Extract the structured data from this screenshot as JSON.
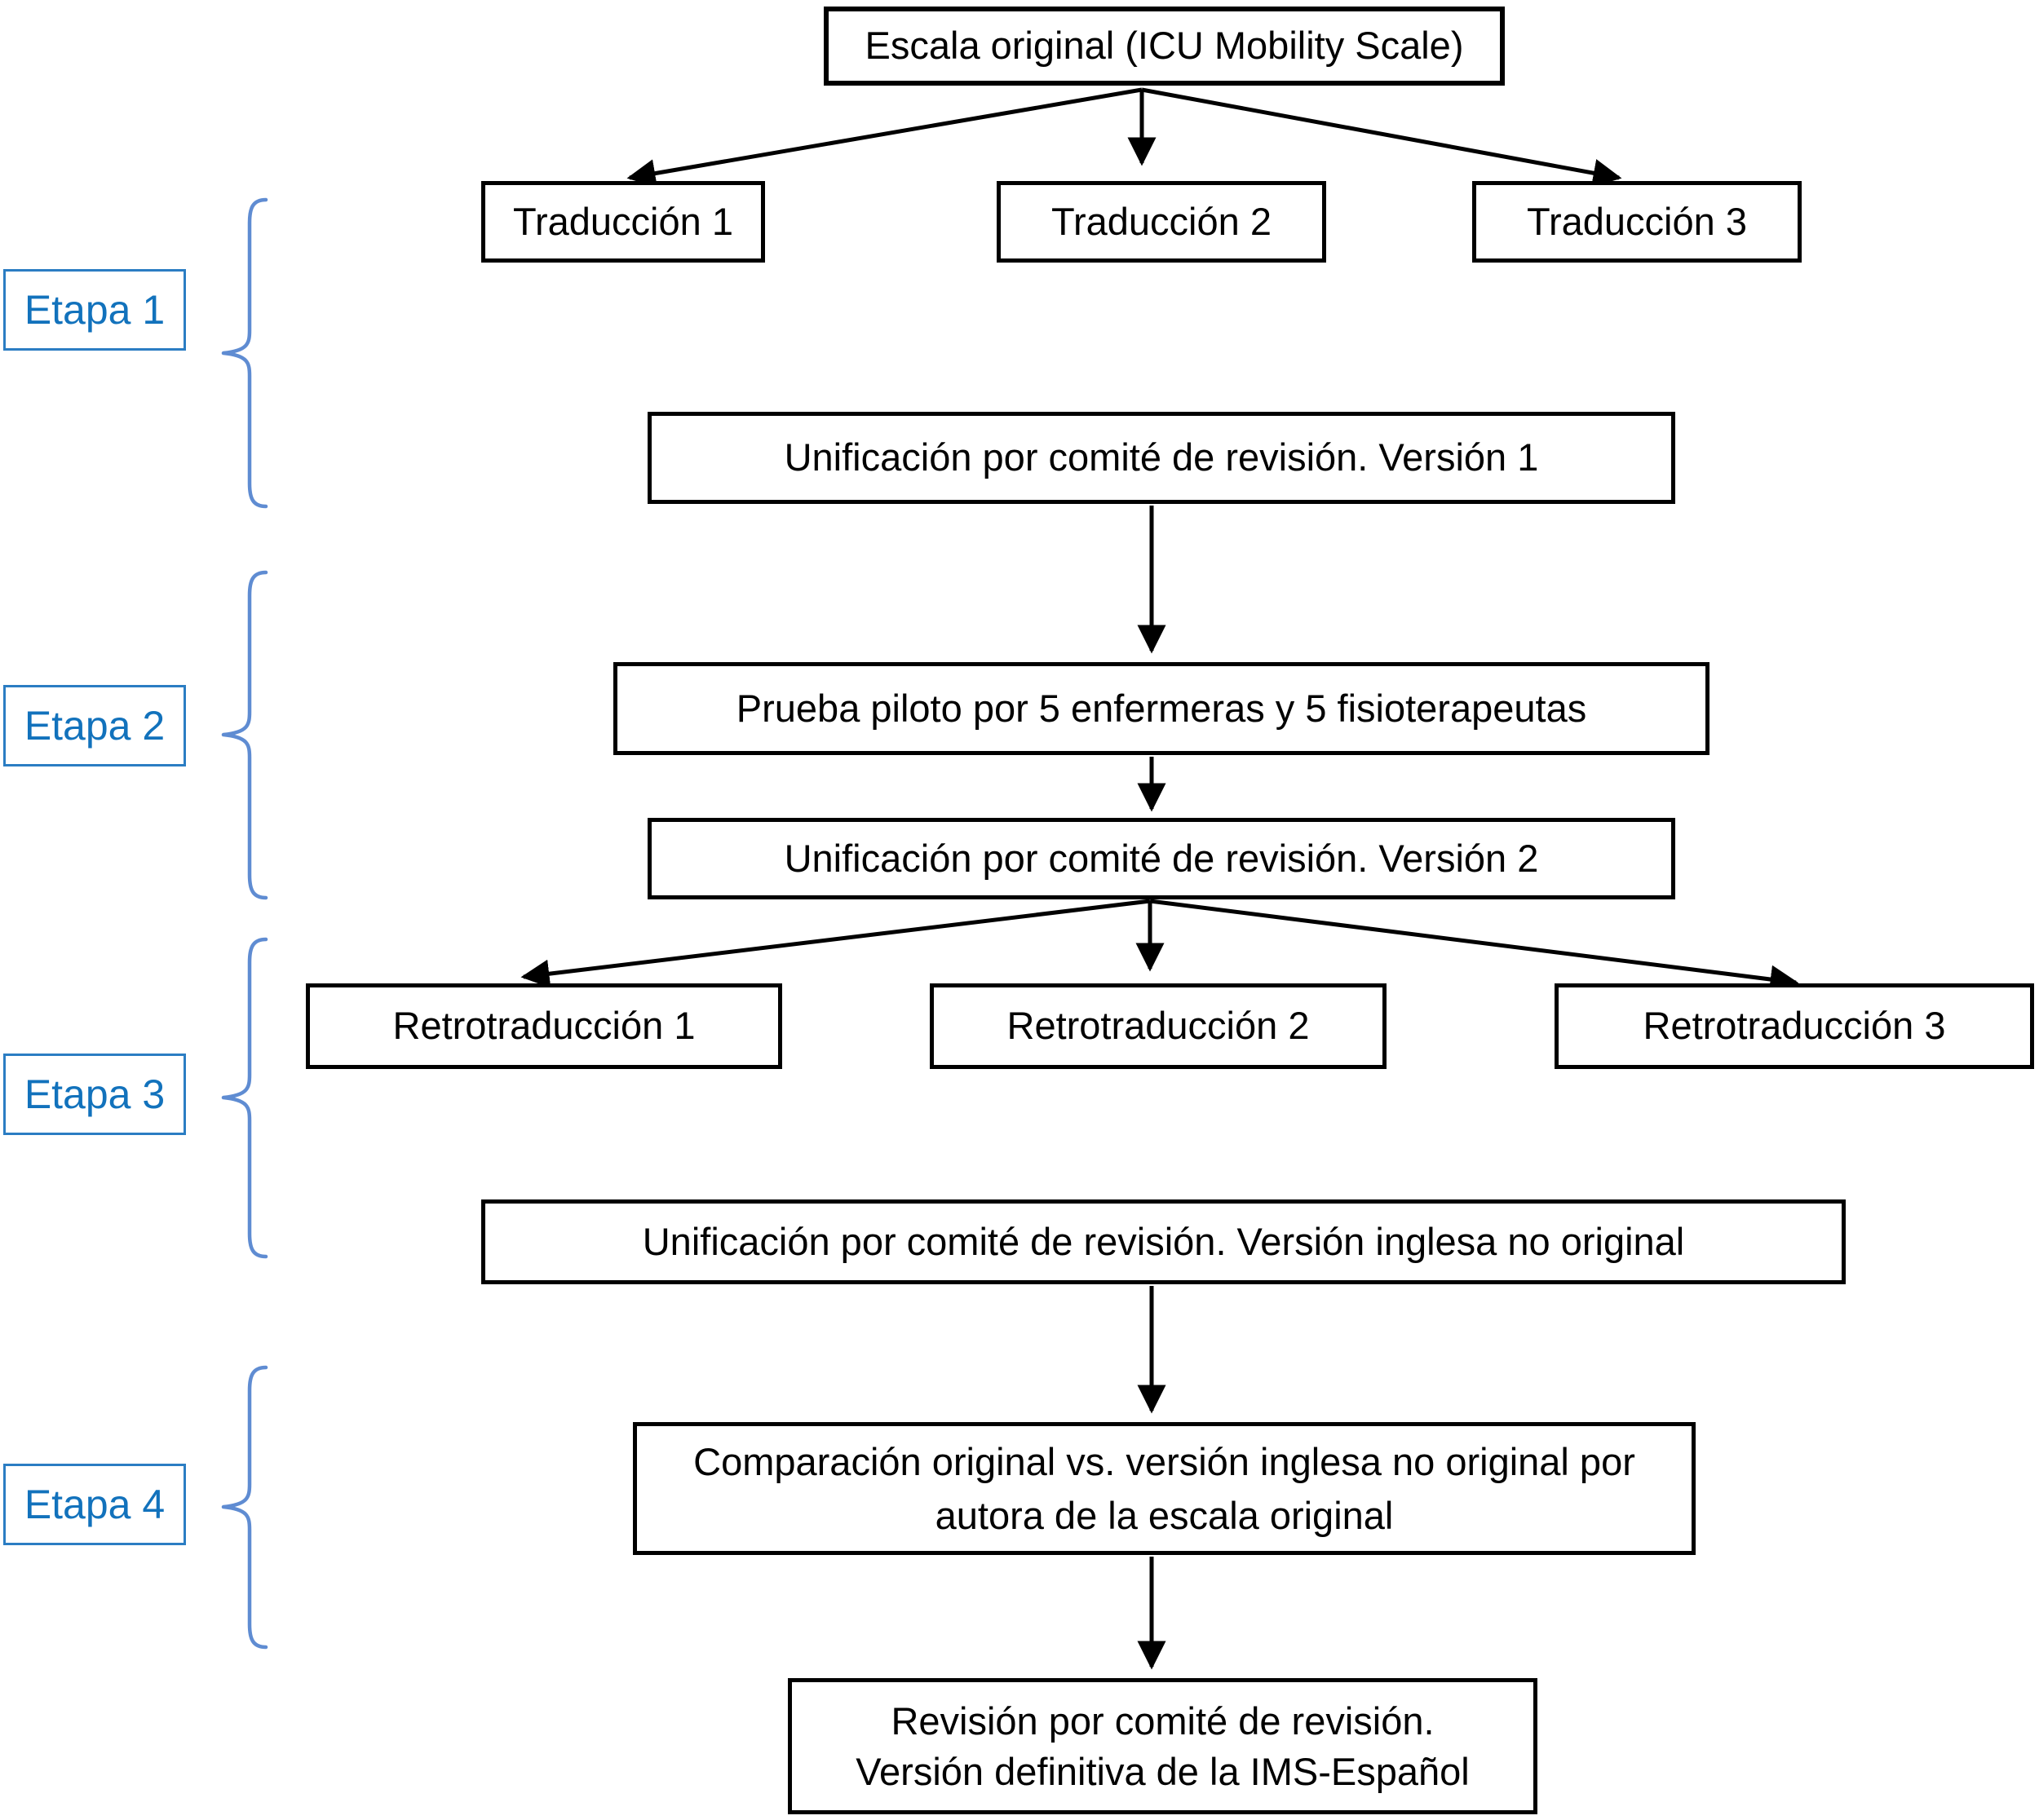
{
  "figure_type": "flowchart",
  "colors": {
    "stage_text": "#1272bc",
    "stage_border": "#2b7dc3",
    "brace": "#5f8cd2",
    "connector": "#000000",
    "node_border": "#000000",
    "node_text": "#000000",
    "background": "#ffffff"
  },
  "flowchart": {
    "nodes": {
      "original": "Escala original (ICU Mobility Scale)",
      "traduccion_1": "Traducción 1",
      "traduccion_2": "Traducción 2",
      "traduccion_3": "Traducción 3",
      "unificacion_v1": "Unificación por comité de revisión. Versión 1",
      "prueba_piloto": "Prueba piloto por 5 enfermeras y 5 fisioterapeutas",
      "unificacion_v2": "Unificación por comité de revisión. Versión 2",
      "retrotraduccion_1": "Retrotraducción 1",
      "retrotraduccion_2": "Retrotraducción 2",
      "retrotraduccion_3": "Retrotraducción 3",
      "unificacion_inglesa": "Unificación por comité de revisión. Versión inglesa no original",
      "comparacion_line_1": "Comparación original vs. versión inglesa no original por",
      "comparacion_line_2": "autora de la escala original",
      "revision_line_1": "Revisión por comité de revisión.",
      "revision_line_2": "Versión definitiva de la IMS-Español"
    },
    "stages": [
      {
        "label": "Etapa 1"
      },
      {
        "label": "Etapa 2"
      },
      {
        "label": "Etapa 3"
      },
      {
        "label": "Etapa 4"
      }
    ]
  }
}
